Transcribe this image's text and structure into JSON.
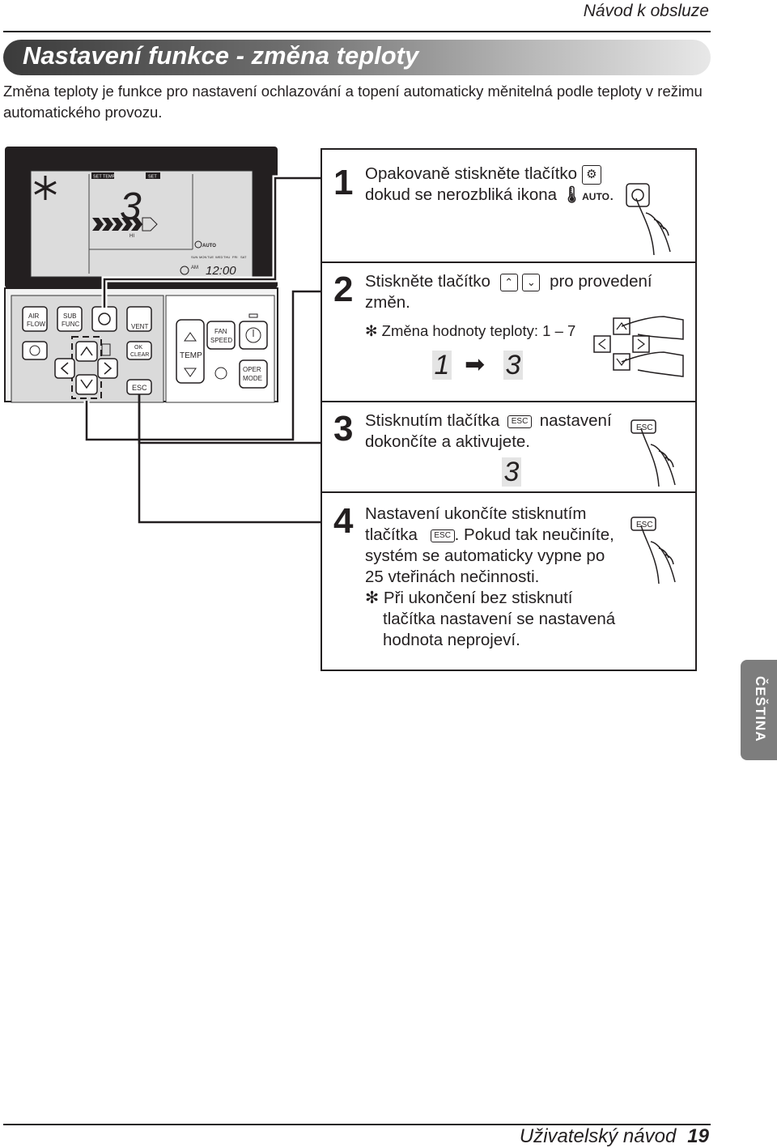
{
  "header": {
    "manual_title": "Návod k obsluze"
  },
  "section_title": "Nastavení funkce - změna teploty",
  "intro": "Změna teploty je funkce pro nastavení ochlazování a topení automaticky měnitelná podle teploty v režimu automatického provozu.",
  "remote": {
    "display": {
      "set_temp_label": "SET TEMP",
      "set_label": "SET",
      "digit": "3",
      "fan_level": "HI",
      "auto_label": "AUTO",
      "days": [
        "SUN",
        "MON",
        "TUE",
        "WED",
        "THU",
        "FRI",
        "SAT"
      ],
      "am_label": "AM",
      "time": "12:00"
    },
    "buttons": {
      "air_flow": [
        "AIR",
        "FLOW"
      ],
      "sub_func": [
        "SUB",
        "FUNC"
      ],
      "vent": "VENT",
      "ok": "OK",
      "clear": "CLEAR",
      "esc": "ESC",
      "temp": "TEMP",
      "fan_speed": [
        "FAN",
        "SPEED"
      ],
      "oper_mode": [
        "OPER",
        "MODE"
      ]
    }
  },
  "steps": [
    {
      "number": "1",
      "lines": [
        "Opakovaně stiskněte tlačítko",
        "dokud se nerozbliká ikona"
      ],
      "icon_label": "AUTO"
    },
    {
      "number": "2",
      "line1a": "Stiskněte tlačítko",
      "line1b": "pro provedení",
      "line2": "změn.",
      "note": "Změna hodnoty teploty: 1 – 7",
      "from_value": "1",
      "to_value": "3"
    },
    {
      "number": "3",
      "line1a": "Stisknutím tlačítka",
      "line1b": "nastavení",
      "line2": "dokončíte a aktivujete.",
      "value": "3",
      "key_label": "ESC"
    },
    {
      "number": "4",
      "line1": "Nastavení ukončíte stisknutím",
      "line2a": "tlačítka",
      "line2b": ". Pokud tak neučiníte,",
      "line3": "systém se automaticky vypne po",
      "line4": "25 vteřinách nečinnosti.",
      "note1": "Při ukončení bez stisknutí",
      "note2": "tlačítka nastavení se nastavená",
      "note3": "hodnota neprojeví.",
      "key_label": "ESC"
    }
  ],
  "side_tab": "ČEŠTINA",
  "footer": {
    "text": "Uživatelský návod",
    "page": "19"
  }
}
